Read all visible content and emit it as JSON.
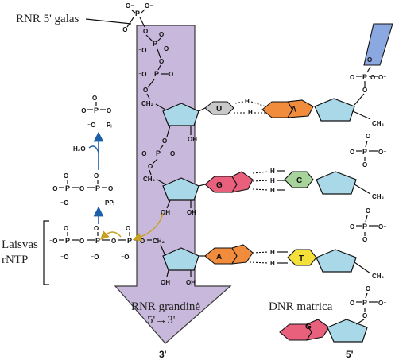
{
  "labels": {
    "rna_5_end": "RNR 5' galas",
    "free_ntp_line1": "Laisvas",
    "free_ntp_line2": "rNTP",
    "rna_strand_line1": "RNR grandinė",
    "rna_strand_line2": "5'→3'",
    "dna_template": "DNR matrica",
    "rna_3_end": "3'",
    "dna_5_end": "5'"
  },
  "chem": {
    "P": "P",
    "O": "O",
    "O_minus": "O⁻",
    "minus_O": "⁻O",
    "OH": "OH",
    "CH2": "CH₂",
    "H": "H",
    "H2O": "H₂O",
    "Pi": "Pᵢ",
    "PPi": "PPᵢ"
  },
  "rna_bases": [
    "U",
    "G",
    "A"
  ],
  "dna_bases": [
    "A",
    "C",
    "T",
    "G"
  ],
  "colors": {
    "arrow_fill": "#c8b8dc",
    "arrow_stroke": "#3a3a3a",
    "sugar": "#a9d8e8",
    "base_U": "#c9c9c9",
    "base_A": "#f08c3c",
    "base_G": "#e8607c",
    "base_C": "#a6d49a",
    "base_T": "#f5e03a",
    "dna_blue": "#8ca8e0",
    "hydrolysis_arrow": "#1a5fa8",
    "attack_arrow": "#c8a020"
  }
}
